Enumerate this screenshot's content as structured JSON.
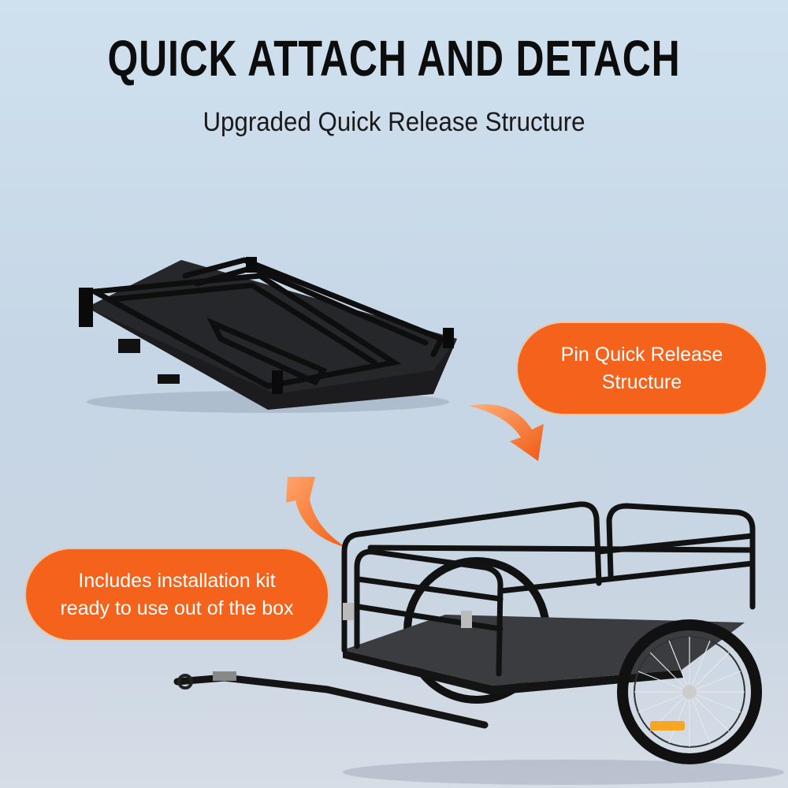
{
  "header": {
    "title": "QUICK ATTACH AND DETACH",
    "subtitle": "Upgraded Quick Release Structure"
  },
  "callouts": {
    "pin_release": {
      "lines": [
        "Pin Quick Release",
        "Structure"
      ]
    },
    "install_kit": {
      "lines": [
        "Includes installation kit",
        "ready to use out of the box"
      ]
    }
  },
  "images": {
    "folded_rack": "folded-cargo-trailer",
    "assembled_trailer": "assembled-bike-cargo-trailer"
  },
  "icons": {
    "arrow_down": "curved-arrow-down-icon",
    "arrow_up": "curved-arrow-up-icon"
  },
  "colors": {
    "accent": "#f4621c",
    "background": "#cddeed",
    "text": "#0d0d0d",
    "frame": "#141414"
  }
}
